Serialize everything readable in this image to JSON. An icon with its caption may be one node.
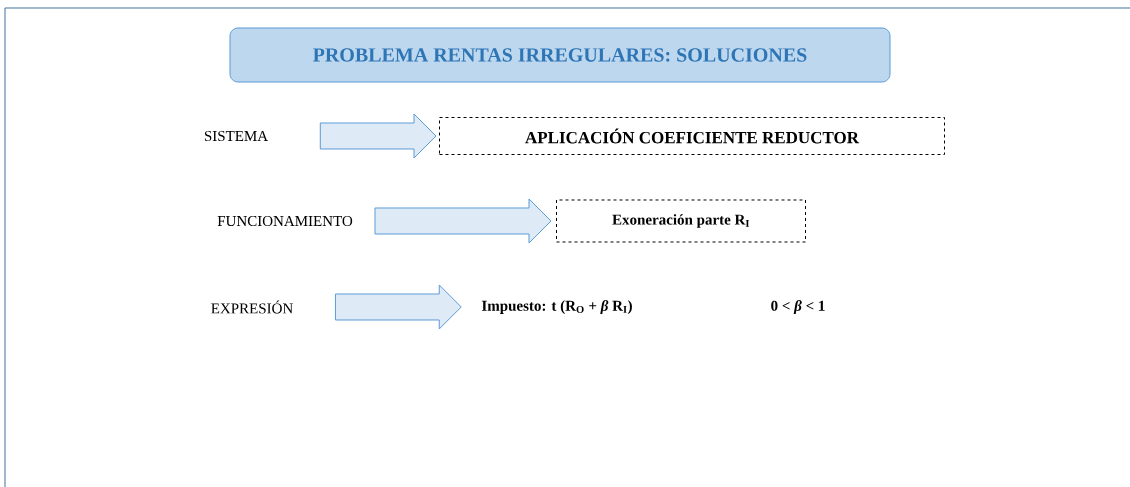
{
  "diagram": {
    "nodes": [
      {
        "text": [
          "PROBLEMA RENTAS IRREGULARES: SOLUCIONES"
        ]
      },
      {
        "text": [
          "SISTEMA"
        ]
      },
      {
        "text": [
          "APLICACIÓN COEFICIENTE REDUCTOR"
        ]
      },
      {
        "text": [
          "FUNCIONAMIENTO"
        ]
      },
      {
        "text": [
          "Exoneración parte R$_{I}$"
        ]
      },
      {
        "text": [
          "EXPRESIÓN"
        ]
      },
      {
        "text": [
          "Impuesto: t (R$_{O}$ + *β* R$_{I}$)"
        ]
      }
    ],
    "edges": [
      {
        "from": 1,
        "to": 2,
        "arrow": "to"
      },
      {
        "from": 3,
        "to": 4,
        "arrow": "to"
      },
      {
        "from": 5,
        "to": 6,
        "arrow": "to"
      }
    ],
    "labels": [
      "0 < *β* < 1"
    ]
  }
}
